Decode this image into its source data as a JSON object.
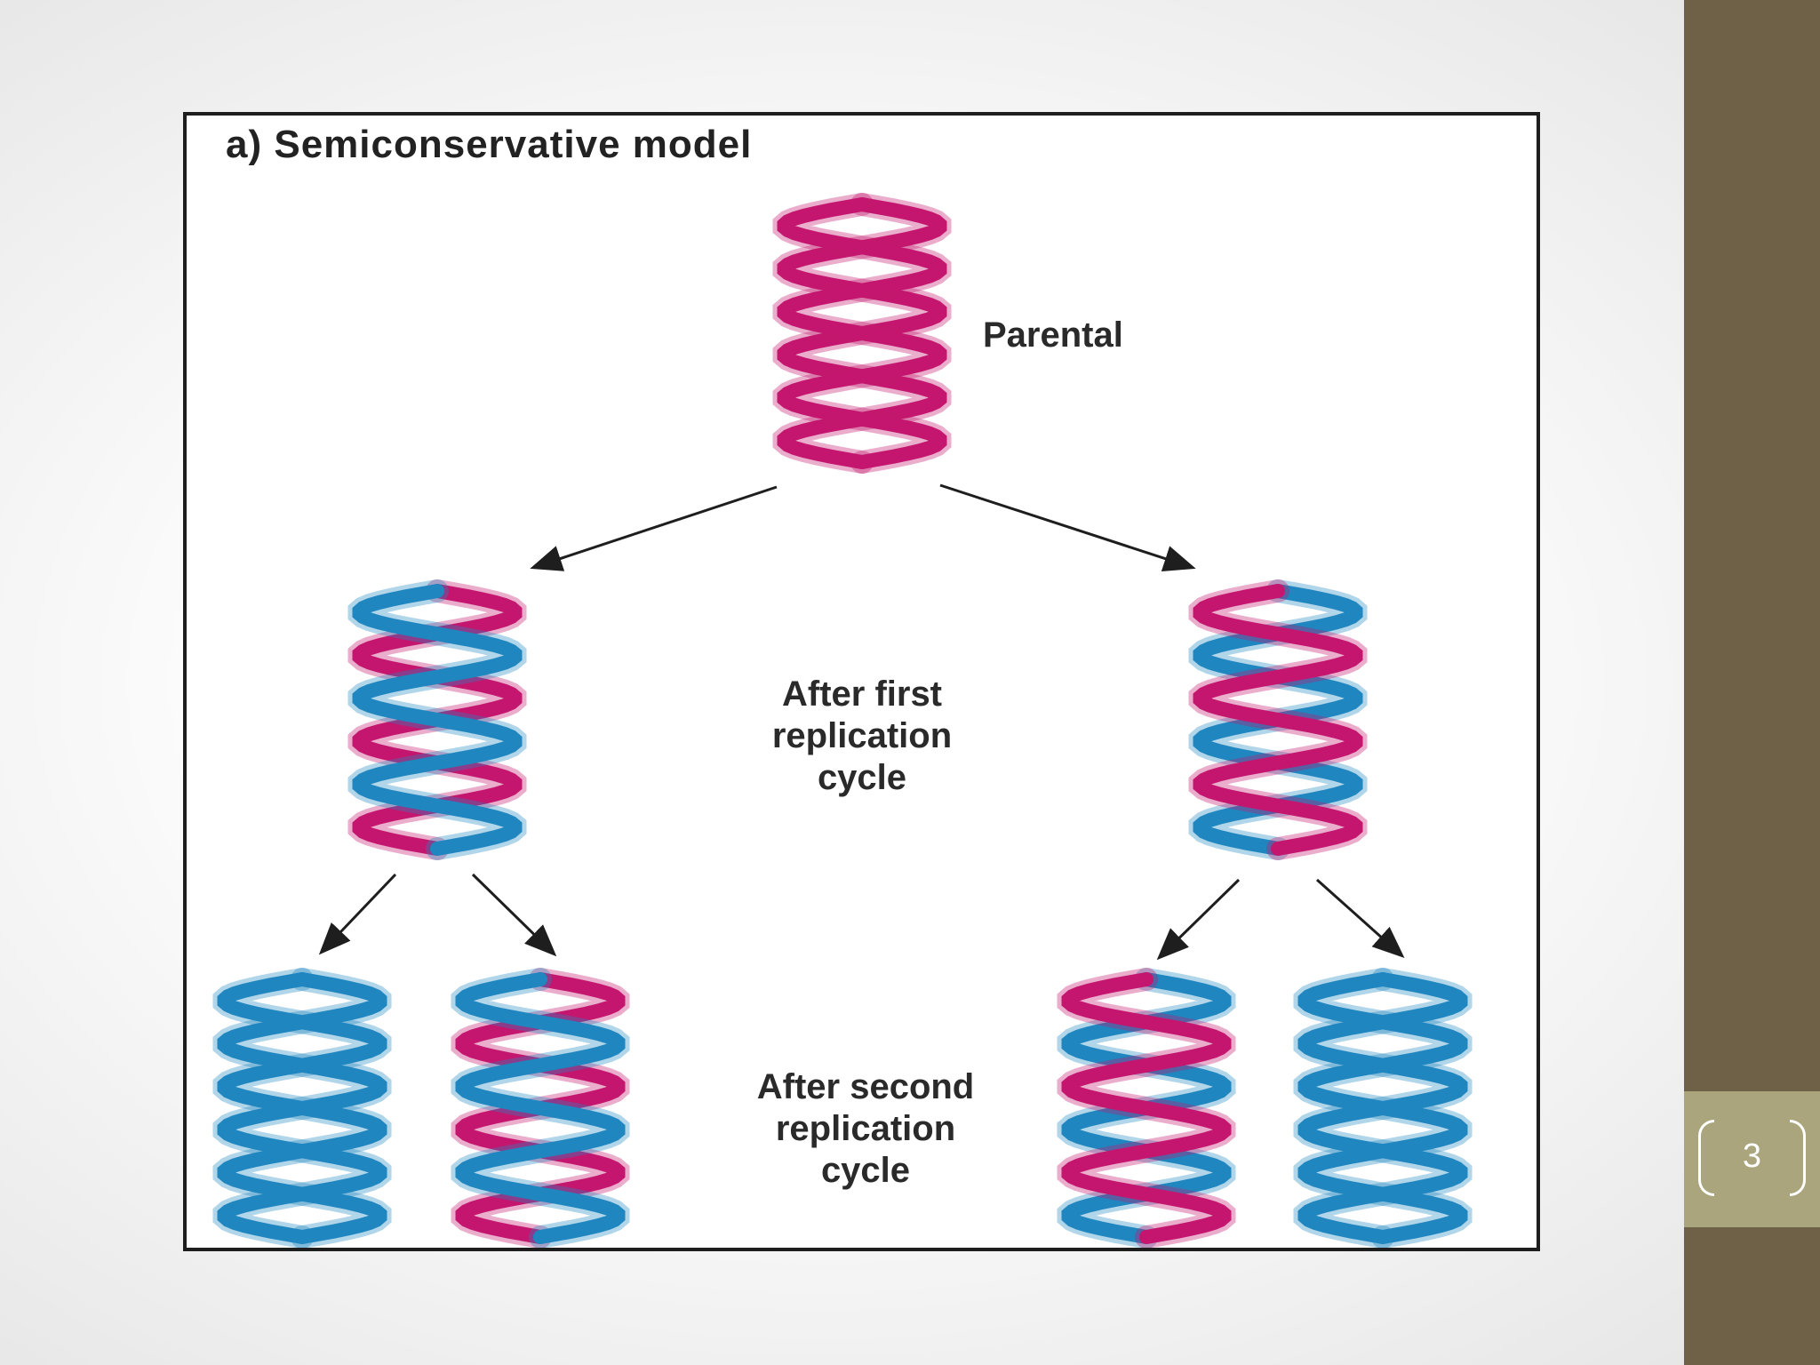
{
  "slide": {
    "page_number": "3",
    "colors": {
      "sidebar": "#6e6148",
      "page_badge": "#aba57d",
      "parental_strand": "#c4166e",
      "new_strand": "#1f86c0"
    }
  },
  "figure": {
    "title": "a) Semiconservative model",
    "labels": {
      "parental": "Parental",
      "first": "After first\nreplication\ncycle",
      "second": "After second\nreplication\ncycle"
    }
  }
}
